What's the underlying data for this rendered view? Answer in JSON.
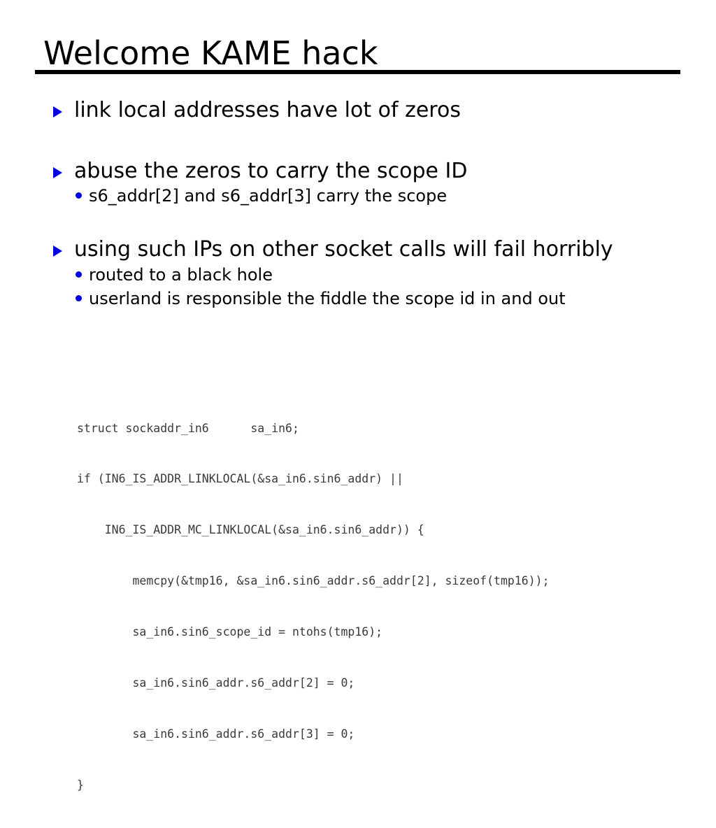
{
  "slide": {
    "title": "Welcome KAME hack",
    "accent_color": "#0000e0",
    "text_color": "#000000",
    "code_color": "#3a3a3a",
    "background": "#ffffff",
    "bullets": [
      {
        "level": 1,
        "marker": "triangle-bullet",
        "text": "link local addresses have lot of zeros"
      },
      {
        "level": 1,
        "marker": "triangle-bullet",
        "text": "abuse the zeros to carry the scope ID"
      },
      {
        "level": 2,
        "marker": "dot-bullet",
        "text": "s6_addr[2] and s6_addr[3] carry the scope"
      },
      {
        "level": 1,
        "marker": "triangle-bullet",
        "text": "using such IPs on other socket calls will fail horribly"
      },
      {
        "level": 2,
        "marker": "dot-bullet",
        "text": "routed to a black hole"
      },
      {
        "level": 2,
        "marker": "dot-bullet",
        "text": "userland is responsible the fiddle the scope id in and out"
      }
    ],
    "code": [
      "struct sockaddr_in6      sa_in6;",
      "if (IN6_IS_ADDR_LINKLOCAL(&sa_in6.sin6_addr) ||",
      "    IN6_IS_ADDR_MC_LINKLOCAL(&sa_in6.sin6_addr)) {",
      "        memcpy(&tmp16, &sa_in6.sin6_addr.s6_addr[2], sizeof(tmp16));",
      "        sa_in6.sin6_scope_id = ntohs(tmp16);",
      "        sa_in6.sin6_addr.s6_addr[2] = 0;",
      "        sa_in6.sin6_addr.s6_addr[3] = 0;",
      "}"
    ]
  }
}
